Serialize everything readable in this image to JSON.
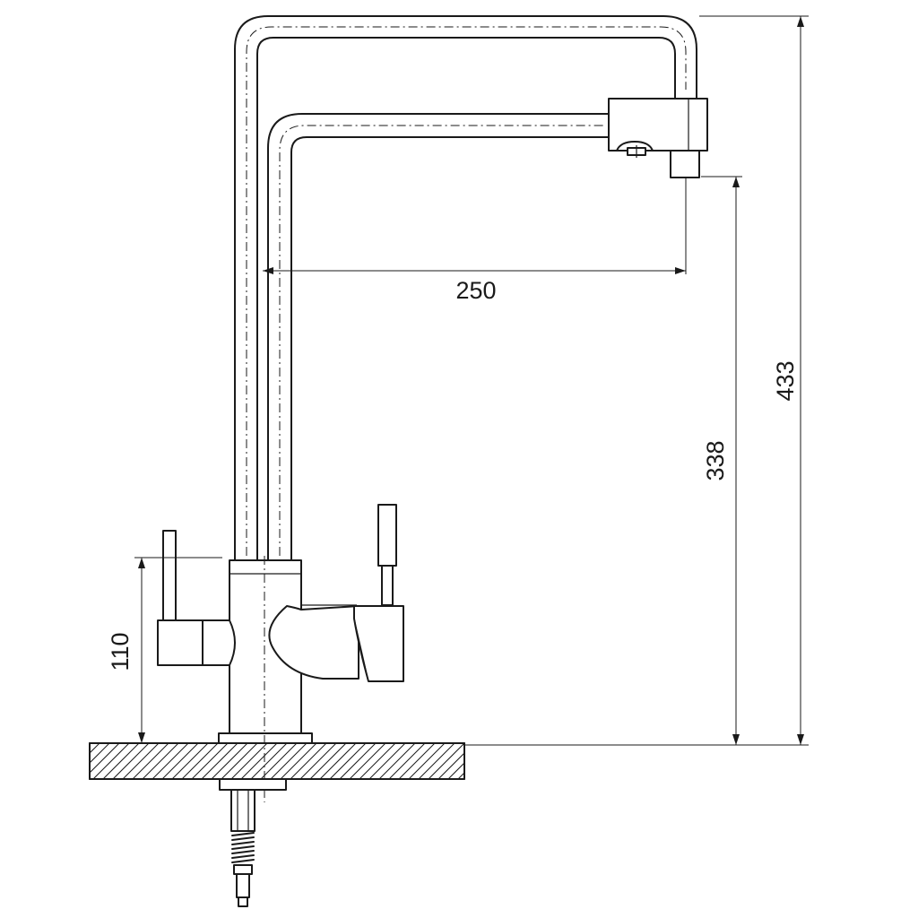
{
  "dimensions": {
    "overall_height": "433",
    "outlet_height": "338",
    "spout_reach": "250",
    "lever_height": "110"
  },
  "colors": {
    "line": "#1a1a1a",
    "background": "#ffffff"
  }
}
